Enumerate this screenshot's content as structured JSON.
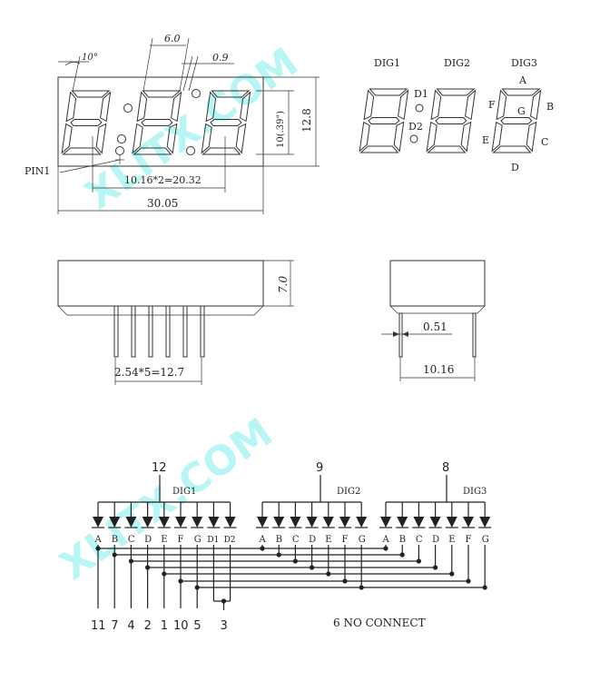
{
  "watermark": {
    "text": "XLITX.COM",
    "color": "#7ff0ef"
  },
  "top_view": {
    "angle_label": "10°",
    "seg_width_label": "6.0",
    "seg_stroke_label": "0.9",
    "height_label": "12.8",
    "digit_height_label": "10(.39\")",
    "pin1_label": "PIN1",
    "pitch_label": "10.16*2=20.32",
    "width_label": "30.05"
  },
  "segment_map": {
    "digit_labels": [
      "DIG1",
      "DIG2",
      "DIG3"
    ],
    "dp_labels": [
      "D1",
      "D2"
    ],
    "segment_labels": [
      "A",
      "B",
      "C",
      "D",
      "E",
      "F",
      "G"
    ]
  },
  "side_view": {
    "height_label": "7.0",
    "pin_pitch_label": "2.54*5=12.7"
  },
  "end_view": {
    "pin_width_label": "0.51",
    "row_spacing_label": "10.16"
  },
  "schematic": {
    "common_pins": [
      "12",
      "9",
      "8"
    ],
    "group_labels": [
      "DIG1",
      "DIG2",
      "DIG3"
    ],
    "dig1_segments": [
      "A",
      "B",
      "C",
      "D",
      "E",
      "F",
      "G",
      "D1",
      "D2"
    ],
    "segments": [
      "A",
      "B",
      "C",
      "D",
      "E",
      "F",
      "G"
    ],
    "pin_numbers": [
      "11",
      "7",
      "4",
      "2",
      "1",
      "10",
      "5",
      "3"
    ],
    "note": "6 NO CONNECT"
  }
}
